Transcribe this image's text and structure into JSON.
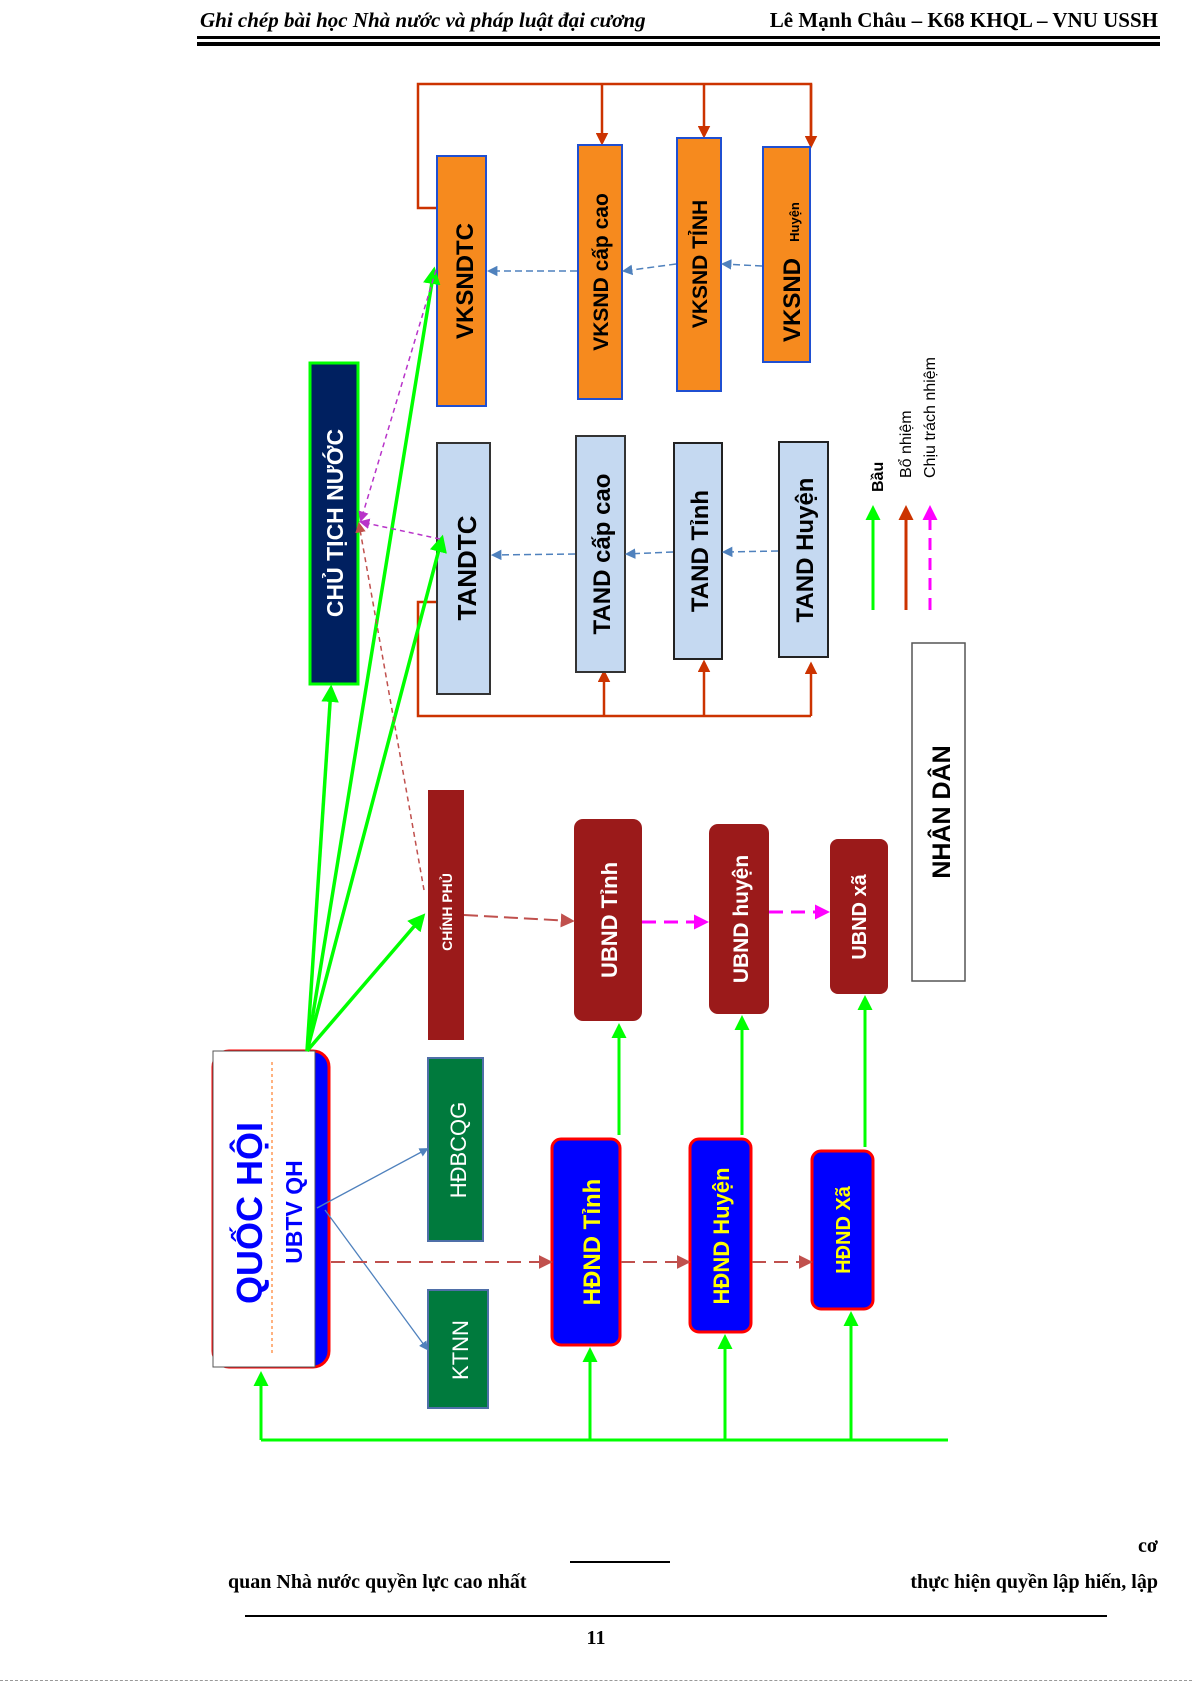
{
  "header": {
    "left_title": "Ghi chép bài học Nhà nước và pháp luật đại cương",
    "right_title": "Lê Mạnh Châu – K68 KHQL – VNU USSH"
  },
  "diagram": {
    "quoc_hoi": "QUỐC HỘI",
    "ubtv_qh": "UBTV QH",
    "chu_tich_nuoc": "CHỦ TỊCH NƯỚC",
    "chinh_phu": "CHÍNH PHỦ",
    "hdbcqg": "HĐBCQG",
    "ktnn": "KTNN",
    "tand": [
      "TANDTC",
      "TAND cấp cao",
      "TAND Tỉnh",
      "TAND Huyện"
    ],
    "vksnd": [
      "VKSNDTC",
      "VKSND cấp cao",
      "VKSND TỈNH",
      "VKSND",
      "Huyện"
    ],
    "ubnd": [
      "UBND Tỉnh",
      "UBND huyện",
      "UBND xã"
    ],
    "hdnd": [
      "HĐND Tỉnh",
      "HĐND Huyện",
      "HĐND Xã"
    ],
    "nhan_dan": "NHÂN DÂN",
    "legend": [
      {
        "label": "Bầu",
        "color": "#00ff00",
        "style": "solid"
      },
      {
        "label": "Bổ nhiệm",
        "color": "#cc3300",
        "style": "solid"
      },
      {
        "label": "Chịu trách nhiệm",
        "color": "#ff00ff",
        "style": "dashed"
      }
    ],
    "colors": {
      "elect": "#00ff00",
      "appoint": "#cc3300",
      "responsible": "#ff00ff",
      "court": "#c5d9f1",
      "procuracy": "#f68a1e",
      "executive": "#9b1a1a",
      "council": "#0000ff",
      "council_text": "#ffff00",
      "agency_green": "#007a3d",
      "president": "#002060"
    }
  },
  "footer": {
    "line1_right": "cơ",
    "line2_left": "quan Nhà nước quyền lực cao nhất",
    "line2_right": "thực hiện quyền lập hiến, lập",
    "page_number": "11"
  }
}
